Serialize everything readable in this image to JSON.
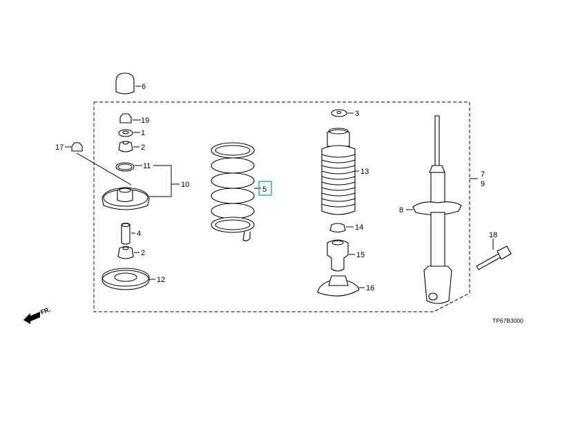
{
  "diagram": {
    "code": "TP67B3000",
    "front_marker": "FR.",
    "highlight_color": "#3fa9c9",
    "highlighted_part": "5",
    "labels": {
      "p6": "6",
      "p19": "19",
      "p1": "1",
      "p2a": "2",
      "p17": "17",
      "p11": "11",
      "p10": "10",
      "p4": "4",
      "p2b": "2",
      "p12": "12",
      "p5": "5",
      "p3": "3",
      "p13": "13",
      "p14": "14",
      "p15": "15",
      "p16": "16",
      "p8": "8",
      "p7": "7",
      "p9": "9",
      "p18": "18"
    }
  }
}
